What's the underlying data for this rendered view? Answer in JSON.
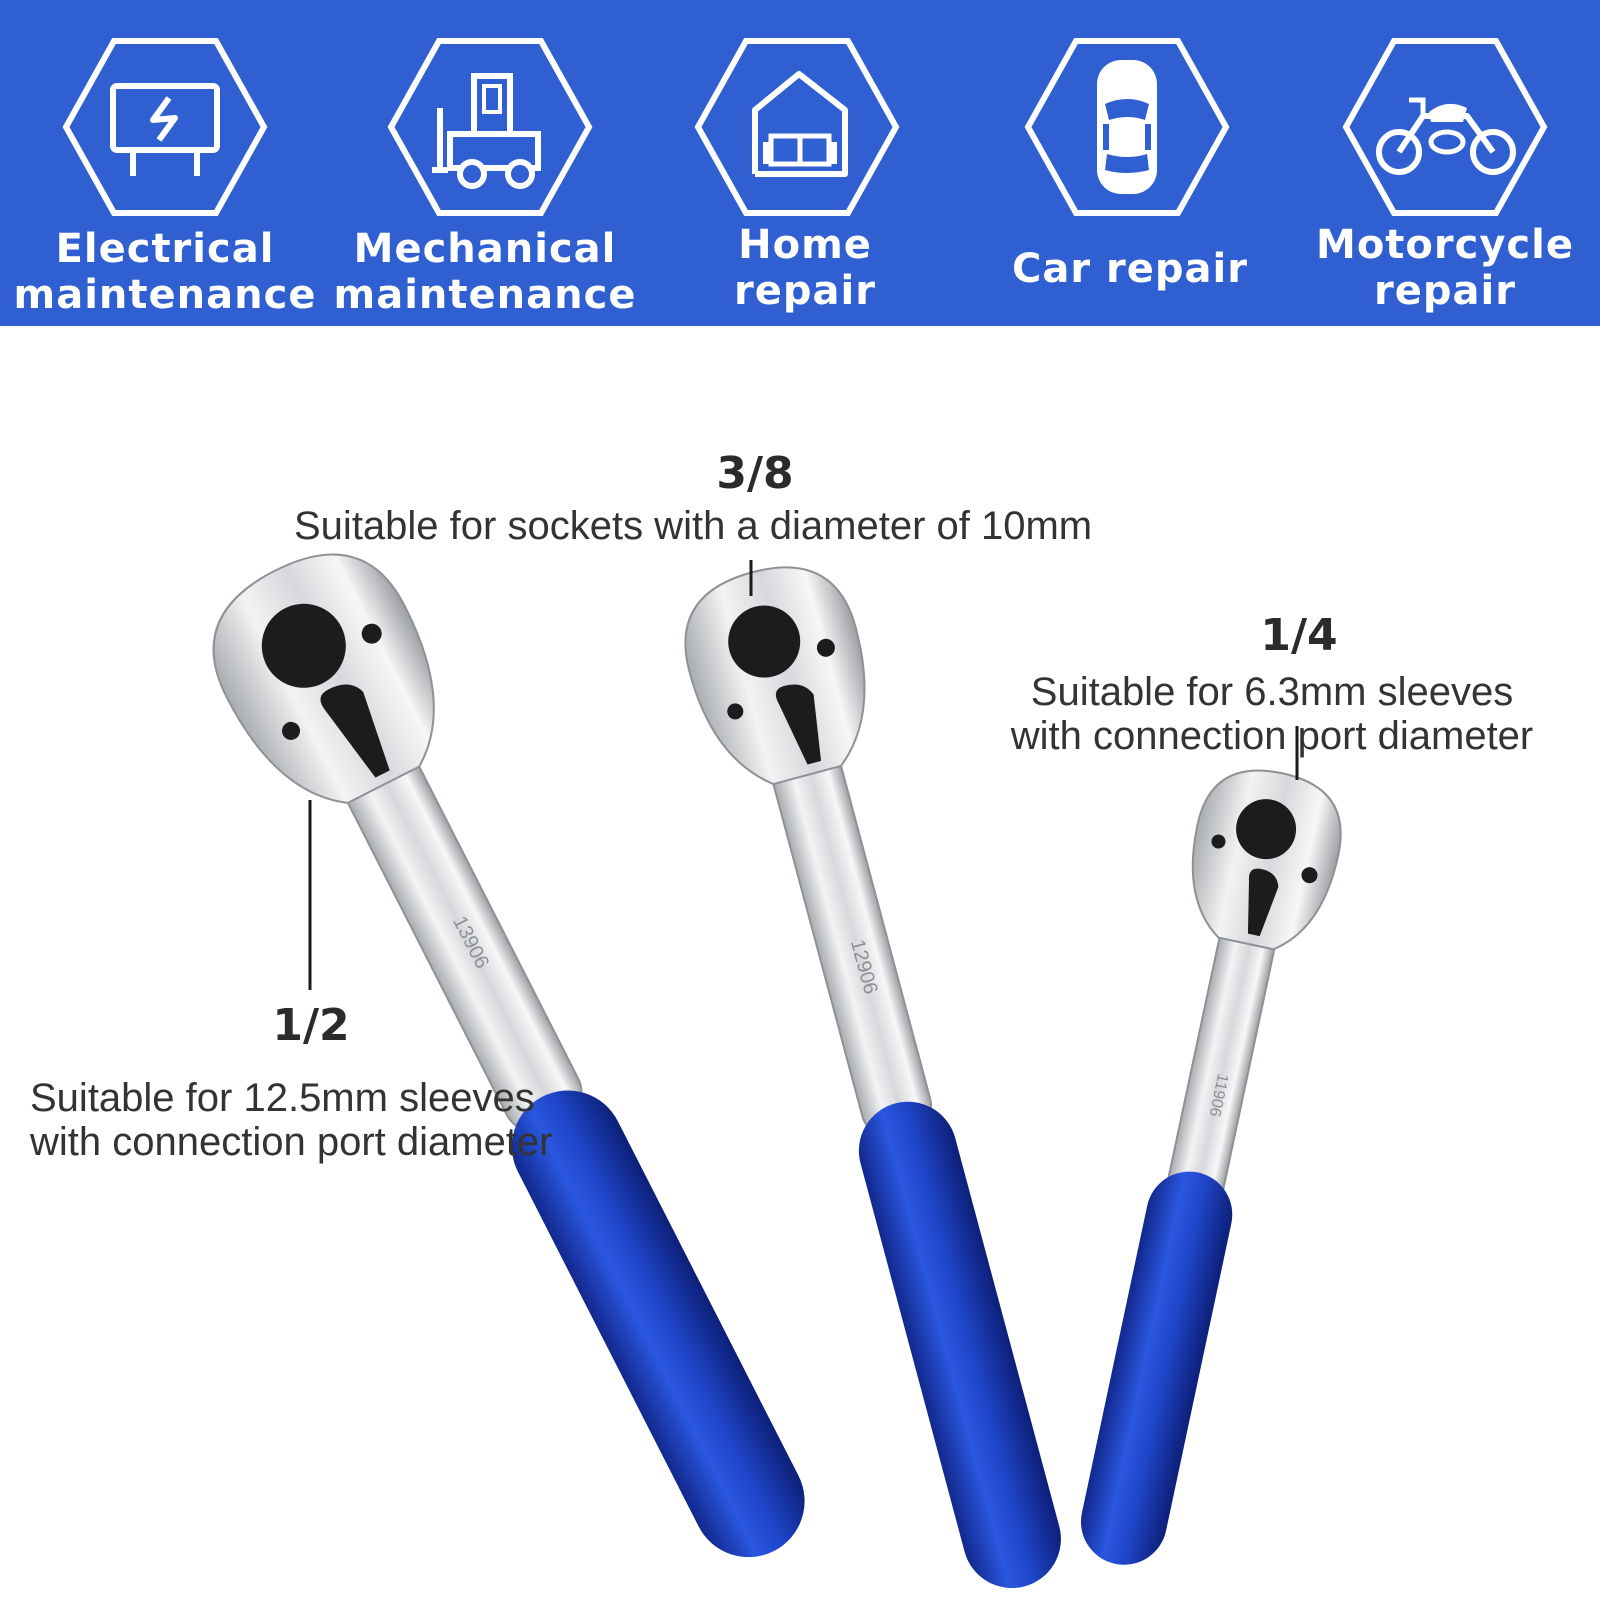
{
  "banner": {
    "background_color": "#2f5fd0",
    "applications": [
      {
        "icon": "electrical-panel-icon",
        "line1": "Electrical",
        "line2": "maintenance"
      },
      {
        "icon": "forklift-icon",
        "line1": "Mechanical",
        "line2": "maintenance"
      },
      {
        "icon": "house-sofa-icon",
        "line1": "Home",
        "line2": "repair"
      },
      {
        "icon": "car-icon",
        "line1": "Car repair",
        "line2": ""
      },
      {
        "icon": "motorcycle-icon",
        "line1": "Motorcycle",
        "line2": "repair"
      }
    ]
  },
  "product": {
    "accent_color": "#1f45c8",
    "wrenches": [
      {
        "size": "3/8",
        "stamp": "12906",
        "description_lines": [
          "Suitable for sockets with a diameter of 10mm"
        ]
      },
      {
        "size": "1/4",
        "stamp": "11906",
        "description_lines": [
          "Suitable for 6.3mm sleeves",
          "with connection port diameter"
        ]
      },
      {
        "size": "1/2",
        "stamp": "13906",
        "description_lines": [
          "Suitable for 12.5mm sleeves",
          "with connection port diameter"
        ]
      }
    ]
  }
}
